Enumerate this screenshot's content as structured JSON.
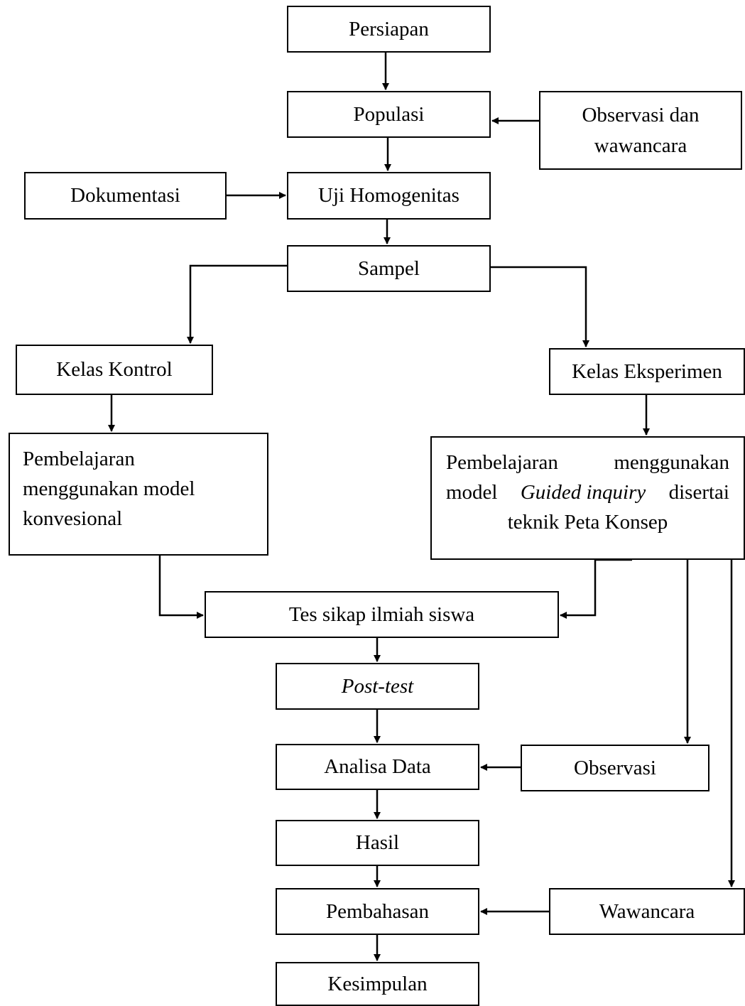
{
  "nodes": {
    "persiapan": "Persiapan",
    "populasi": "Populasi",
    "observasi_wawancara": [
      "Observasi dan",
      "wawancara"
    ],
    "dokumentasi": "Dokumentasi",
    "uji_homogenitas": "Uji Homogenitas",
    "sampel": "Sampel",
    "kelas_kontrol": "Kelas Kontrol",
    "kelas_eksperimen": "Kelas Eksperimen",
    "pembelajaran_kontrol": [
      "Pembelajaran",
      "menggunakan model",
      "konvesional"
    ],
    "pembelajaran_eksperimen": {
      "line1_a": "Pembelajaran",
      "line1_b": "menggunakan",
      "line2_a": "model",
      "line2_em": "Guided inquiry",
      "line2_b": "disertai",
      "line3": "teknik Peta Konsep"
    },
    "tes_sikap": "Tes sikap ilmiah siswa",
    "post_test": "Post-test",
    "analisa_data": "Analisa Data",
    "observasi": "Observasi",
    "hasil": "Hasil",
    "pembahasan": "Pembahasan",
    "wawancara": "Wawancara",
    "kesimpulan": "Kesimpulan"
  }
}
